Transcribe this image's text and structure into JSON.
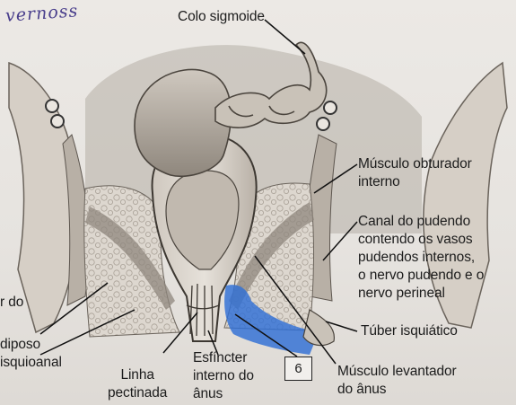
{
  "handwritten_note": "vernoss",
  "labels": {
    "colo_sigmoide": "Colo sigmoide",
    "musculo_obturador": "Músculo obturador\ninterno",
    "canal_pudendo": "Canal do pudendo\ncontendo os vasos\npudendos internos,\no nervo pudendo e o\nnervo perineal",
    "tuber_isquiatico": "Túber isquiático",
    "musculo_levantador": "Músculo levantador\ndo ânus",
    "esfincter_interno": "Esfíncter\ninterno do\nânus",
    "linha_pectinada": "Linha\npectinada",
    "left_cut_1": "r do",
    "left_cut_2": "diposo\nisquioanal",
    "box_number": "6"
  },
  "colors": {
    "ink": "#1c1c1c",
    "highlight_blue": "#2f6fd6",
    "handwriting": "#4a3f8c",
    "tissue": "#d9d3cb",
    "muscle_shade": "#9c958c"
  }
}
